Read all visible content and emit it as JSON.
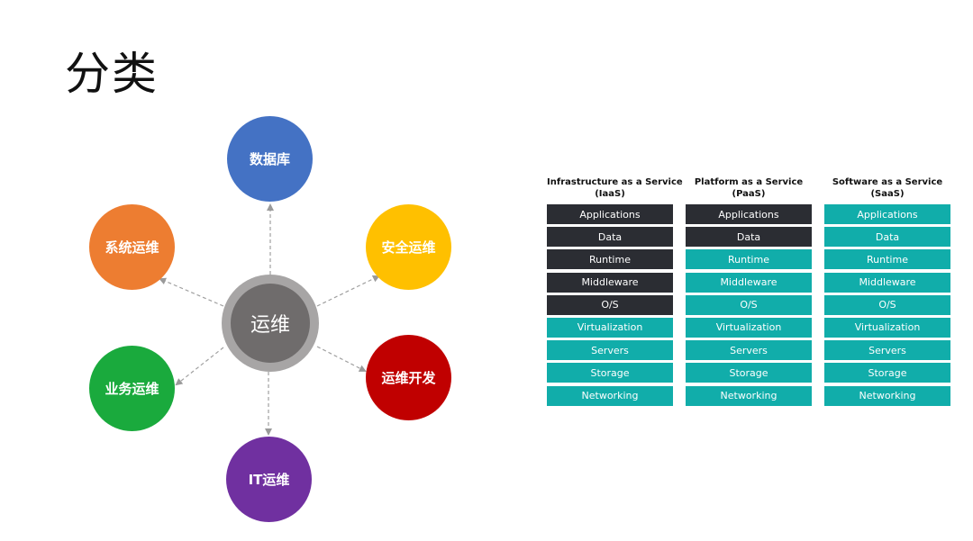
{
  "title": "分类",
  "diagram": {
    "center": "运维",
    "nodes": {
      "database": "数据库",
      "security_ops": "安全运维",
      "ops_dev": "运维开发",
      "it_ops": "IT运维",
      "business_ops": "业务运维",
      "system_ops": "系统运维"
    },
    "colors": {
      "database": "#4472c4",
      "security_ops": "#ffc000",
      "ops_dev": "#c00000",
      "it_ops": "#7030a0",
      "business_ops": "#1aaa3d",
      "system_ops": "#ed7d31",
      "center": "#6f6c6c",
      "center_ring": "#a7a5a5"
    }
  },
  "service_models": {
    "colors": {
      "managed_by_you": "#2b2d33",
      "managed_by_vendor": "#11adaa"
    },
    "columns": [
      {
        "title": "Infrastructure as a Service",
        "abbr": "(IaaS)",
        "layers": [
          {
            "label": "Applications",
            "managed": true
          },
          {
            "label": "Data",
            "managed": true
          },
          {
            "label": "Runtime",
            "managed": true
          },
          {
            "label": "Middleware",
            "managed": true
          },
          {
            "label": "O/S",
            "managed": true
          },
          {
            "label": "Virtualization",
            "managed": false
          },
          {
            "label": "Servers",
            "managed": false
          },
          {
            "label": "Storage",
            "managed": false
          },
          {
            "label": "Networking",
            "managed": false
          }
        ]
      },
      {
        "title": "Platform as a Service",
        "abbr": "(PaaS)",
        "layers": [
          {
            "label": "Applications",
            "managed": true
          },
          {
            "label": "Data",
            "managed": true
          },
          {
            "label": "Runtime",
            "managed": false
          },
          {
            "label": "Middleware",
            "managed": false
          },
          {
            "label": "O/S",
            "managed": false
          },
          {
            "label": "Virtualization",
            "managed": false
          },
          {
            "label": "Servers",
            "managed": false
          },
          {
            "label": "Storage",
            "managed": false
          },
          {
            "label": "Networking",
            "managed": false
          }
        ]
      },
      {
        "title": "Software as a Service",
        "abbr": "(SaaS)",
        "layers": [
          {
            "label": "Applications",
            "managed": false
          },
          {
            "label": "Data",
            "managed": false
          },
          {
            "label": "Runtime",
            "managed": false
          },
          {
            "label": "Middleware",
            "managed": false
          },
          {
            "label": "O/S",
            "managed": false
          },
          {
            "label": "Virtualization",
            "managed": false
          },
          {
            "label": "Servers",
            "managed": false
          },
          {
            "label": "Storage",
            "managed": false
          },
          {
            "label": "Networking",
            "managed": false
          }
        ]
      }
    ]
  }
}
